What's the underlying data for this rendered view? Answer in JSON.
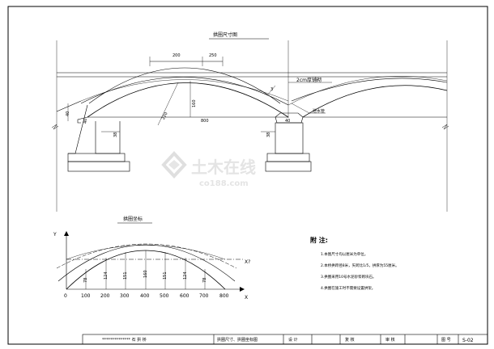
{
  "top_view": {
    "title": "拱圈尺寸图",
    "dims_top": [
      "200",
      "250"
    ],
    "dim_side_40": "40",
    "dim_side_40b": "40",
    "dim_38_left": "38",
    "dim_38_right": "38",
    "dim_ring_3": "3",
    "dim_rise": "160",
    "dim_span": "800",
    "dim_radius": "220",
    "dim_pier_40": "40",
    "label_fill": "2cm厚铺砌",
    "label_drain": "泄水管"
  },
  "coord_view": {
    "title": "拱圈坐标",
    "axis_y": "Y",
    "axis_x_top": "X?",
    "axis_x": "X",
    "x_ticks": [
      "0",
      "100",
      "200",
      "300",
      "400",
      "500",
      "600",
      "700",
      "800"
    ],
    "ordinates": [
      "78",
      "124",
      "151",
      "160",
      "151",
      "124",
      "78"
    ]
  },
  "notes": {
    "title": "附 注:",
    "items": [
      "1.本图尺寸均以厘米为单位。",
      "2.本桥拱跨径8米，矢跨比1/5，拱厚为55厘米。",
      "3.拱圈采用10号水泥砂浆砌块石。",
      "4.拱圈在施工时不需要设置拱架。"
    ]
  },
  "title_block": {
    "project": "**************  石 拱 桥",
    "drawing": "拱圈尺寸、拱圈坐标图",
    "design": "设 计",
    "review": "复 核",
    "audit": "审 核",
    "sheet_label": "图 号",
    "sheet_no": "S-02"
  },
  "watermark": {
    "cn": "土木在线",
    "en": "co188.com"
  }
}
